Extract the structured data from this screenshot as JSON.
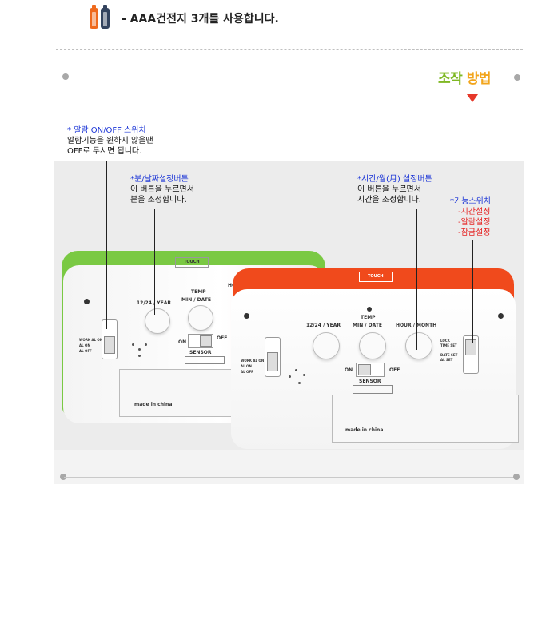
{
  "battery": {
    "icon_left": "battery-orange-icon",
    "icon_right": "battery-navy-icon",
    "text": "- AAA건전지 3개를 사용합니다."
  },
  "section": {
    "title_part1": "조작",
    "title_part2": "방법",
    "colors": {
      "title1": "#7fb824",
      "title2": "#f2a51c",
      "triangle": "#e6382a"
    }
  },
  "annotations": {
    "alarm_switch": {
      "title": "* 알람 ON/OFF 스위치",
      "line1": "알람기능을 원하지 않을땐",
      "line2": "OFF로 두시면 됩니다."
    },
    "min_date_button": {
      "title": "*분/날짜설정버튼",
      "line1": "이 버튼을 누르면서",
      "line2": "분을 조정합니다."
    },
    "hour_month_button": {
      "title": "*시간/월(月) 설정버튼",
      "line1": "이 버튼을 누르면서",
      "line2": "시간을 조정합니다."
    },
    "function_switch": {
      "title": "*기능스위치",
      "items": [
        "-시간설정",
        "-알람설정",
        "-잠금설정"
      ]
    }
  },
  "clock_labels": {
    "touch": "TOUCH",
    "temp": "TEMP",
    "btn1": "12/24 / YEAR",
    "btn2": "MIN / DATE",
    "btn3": "HOUR / MONTH",
    "btn3_short": "HOUR",
    "on": "ON",
    "off": "OFF",
    "sensor": "SENSOR",
    "alarm_sw": [
      "WORK AL ON",
      "AL ON",
      "AL OFF"
    ],
    "func_sw": [
      "LOCK",
      "TIME SET",
      "DATE SET",
      "AL SET"
    ],
    "made_in": "made in china"
  }
}
